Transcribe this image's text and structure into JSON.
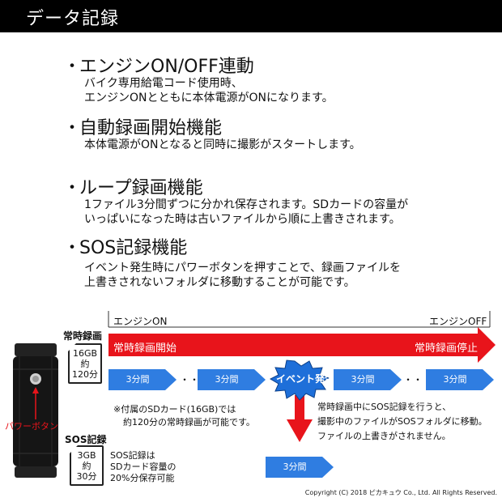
{
  "header": {
    "title": "データ記録"
  },
  "features": [
    {
      "bullet": "・",
      "heading": "エンジンON/OFF連動",
      "lines": [
        "バイク専用給電コード使用時、",
        "エンジンONとともに本体電源がONになります。"
      ]
    },
    {
      "bullet": "・",
      "heading": "自動録画開始機能",
      "lines": [
        "本体電源がONとなると同時に撮影がスタートします。"
      ]
    },
    {
      "bullet": "・",
      "heading": "ループ録画機能",
      "lines": [
        "1ファイル3分間ずつに分かれ保存されます。SDカードの容量が",
        "いっぱいになった時は古いファイルから順に上書きされます。"
      ]
    },
    {
      "bullet": "・",
      "heading": "SOS記録機能",
      "lines": [
        "イベント発生時にパワーボタンを押すことで、録画ファイルを",
        "上書きされないフォルダに移動することが可能です。"
      ]
    }
  ],
  "diagram": {
    "engine_on": "エンジンON",
    "engine_off": "エンジンOFF",
    "normal_label": "常時録画",
    "sos_label": "SOS記録",
    "rec_start": "常時録画開始",
    "rec_stop": "常時録画停止",
    "segment": "3分間",
    "dots": "・・・",
    "event": "イベント発生",
    "power_button": "パワーボタン",
    "card_normal": [
      "16GB",
      "約",
      "120分"
    ],
    "card_sos": [
      "3GB",
      "約",
      "30分"
    ],
    "note_sd": [
      "※付属のSDカード(16GB)では",
      "約120分の常時録画が可能です。"
    ],
    "note_sos": [
      "SOS記録は",
      "SDカード容量の",
      "20%分保存可能"
    ],
    "note_event": [
      "常時録画中にSOS記録を行うと、",
      "撮影中のファイルがSOSフォルダに移動。",
      "ファイルの上書きがされません。"
    ]
  },
  "colors": {
    "banner": "#000000",
    "red": "#e8141b",
    "blue": "#2f7de1",
    "burst": "#1e6fd9"
  },
  "copyright": "Copyright (C) 2018 ピカキュウ Co., Ltd. All Rights Reserved."
}
